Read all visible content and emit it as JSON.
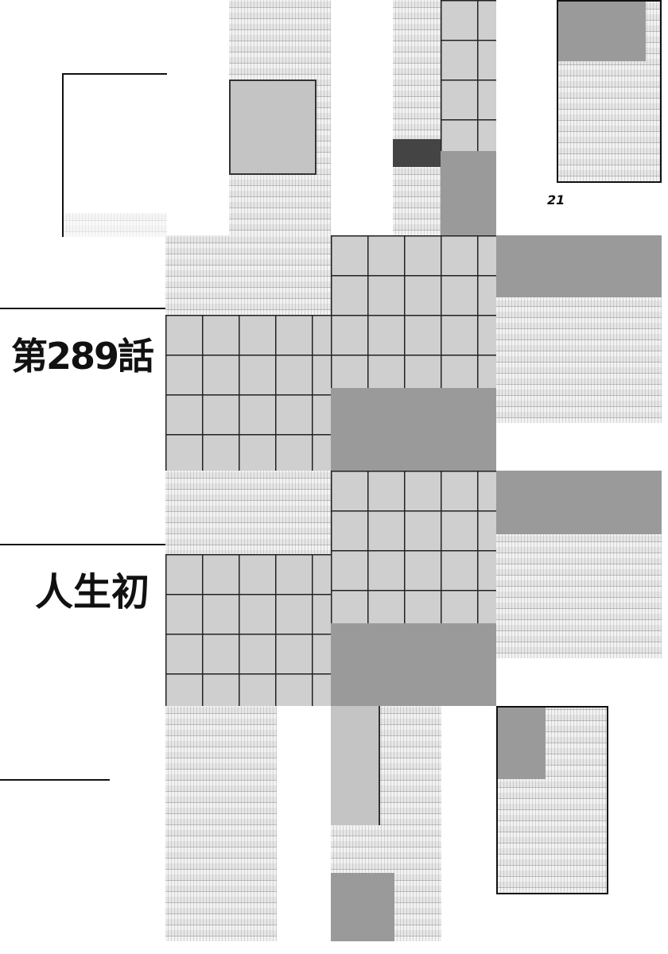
{
  "chapter_title": "第289話",
  "subtitle": "人生初",
  "page_number": "21"
}
